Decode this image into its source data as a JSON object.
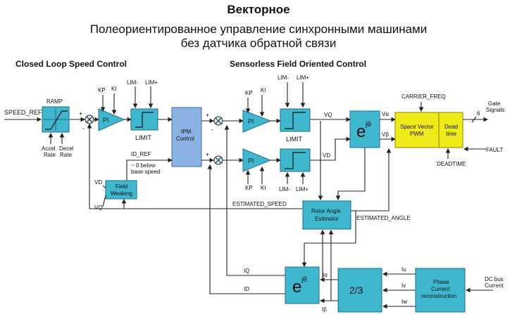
{
  "header": {
    "title": "Векторное",
    "subtitle_line1": "Полеориентированное управление синхронными машинами",
    "subtitle_line2": "без датчика обратной связи"
  },
  "sections": {
    "left": "Closed Loop Speed Control",
    "right": "Sensorless Field Oriented Control"
  },
  "labels": {
    "speed_ref": "SPEED_REF",
    "ramp": "RAMP",
    "accel_rate_1": "Accel",
    "accel_rate_2": "Rate",
    "decel_rate_1": "Decel",
    "decel_rate_2": "Rate",
    "kp": "KP",
    "ki": "KI",
    "pi": "PI",
    "lim_minus": "LIM-",
    "lim_plus": "LIM+",
    "limit": "LIMIT",
    "ipm_1": "IPM",
    "ipm_2": "Control",
    "id_ref": "ID_REF",
    "id_note_1": "~ 0 below",
    "id_note_2": "base speed",
    "fw_1": "Field",
    "fw_2": "Weaking",
    "vd": "VD",
    "vq": "VQ",
    "valpha": "Vα",
    "vbeta": "Vβ",
    "carrier_freq": "CARRIER_FREQ",
    "svpwm_1": "Space Vector",
    "svpwm_2": "PWM",
    "dead_1": "Dead",
    "dead_2": "time",
    "gate_1": "Gate",
    "gate_2": "Signals",
    "six": "6",
    "fault": "FAULT",
    "deadtime": "DEADTIME",
    "estimated_speed": "ESTIMATED_SPEED",
    "estimated_angle": "ESTIMATED_ANGLE",
    "rae_1": "Rotor Angle",
    "rae_2": "Estimator",
    "iq": "IQ",
    "id": "ID",
    "ialpha": "Iα",
    "ibeta": "Iβ",
    "two_three": "2/3",
    "iu": "Iu",
    "iv": "Iv",
    "iw": "Iw",
    "pcr_1": "Phase",
    "pcr_2": "Current",
    "pcr_3": "reconstruction",
    "dc_1": "DC bus",
    "dc_2": "Current",
    "e": "e",
    "jtheta": "jθ",
    "plus": "+",
    "minus": "-"
  },
  "colors": {
    "block": "#3fb8cf",
    "ipm": "#8ab2e3",
    "pwm": "#f0ea1a"
  }
}
